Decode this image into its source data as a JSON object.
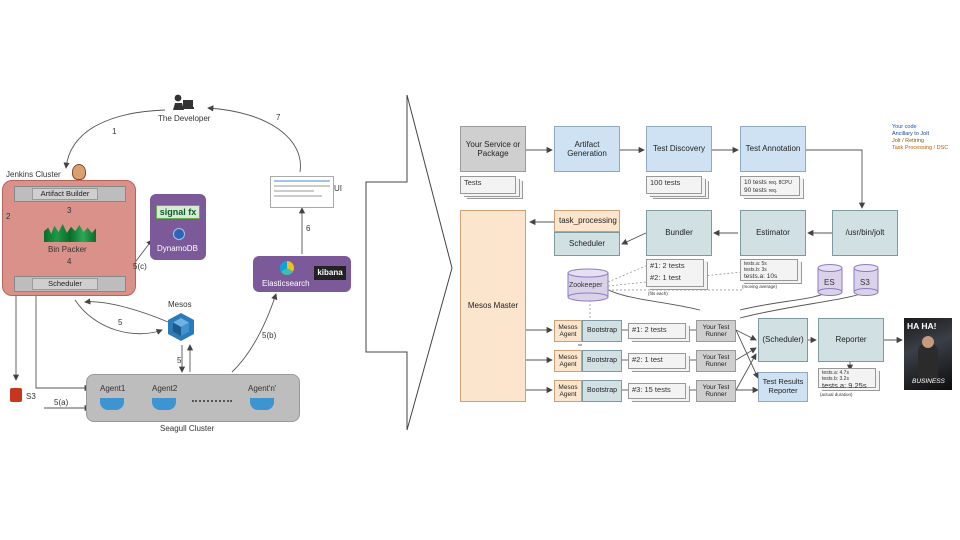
{
  "left": {
    "developer": "The Developer",
    "jenkins_cluster": "Jenkins Cluster",
    "artifact_builder": "Artifact Builder",
    "bin_packer": "Bin Packer",
    "scheduler": "Scheduler",
    "signalfx": "signal fx",
    "dynamodb": "DynamoDB",
    "mesos": "Mesos",
    "elasticsearch": "Elasticsearch",
    "kibana": "kibana",
    "ui": "UI",
    "s3": "S3",
    "seagull_cluster": "Seagull Cluster",
    "agents": [
      "Agent1",
      "Agent2",
      "Agent'n'"
    ],
    "edge_labels": {
      "e1": "1",
      "e2": "2",
      "e3": "3",
      "e4": "4",
      "e5": "5",
      "e5_mesos": "5",
      "e5a": "5(a)",
      "e5b": "5(b)",
      "e5c": "5(c)",
      "e6": "6",
      "e7": "7"
    }
  },
  "right": {
    "legend": [
      "Your code",
      "Ancillary to Jolt",
      "Jolt / Retiring",
      "Task Processing / DSC"
    ],
    "legend_colors": [
      "#1155cc",
      "#1c4587",
      "#7f6000",
      "#b45f06"
    ],
    "your_service": "Your Service or Package",
    "tests": "Tests",
    "artifact_generation": "Artifact Generation",
    "test_discovery": "Test Discovery",
    "hundred_tests": "100 tests",
    "test_annotation": "Test Annotation",
    "annotation_stack": [
      "10 tests",
      "req. 8CPU",
      "90 tests",
      "req."
    ],
    "task_processing": "task_processing",
    "scheduler": "Scheduler",
    "bundler": "Bundler",
    "estimator": "Estimator",
    "jolt": "/usr/bin/jolt",
    "bundles": [
      "#1: 2 tests",
      "#2: 1 test"
    ],
    "bundles_note": "(fits each)",
    "estimates": [
      "tests.a: 5s",
      "tests.b: 3s",
      "tests.a: 10s"
    ],
    "estimates_note": "(moving average)",
    "zookeeper": "Zookeeper",
    "es": "ES",
    "s3": "S3",
    "mesos_master": "Mesos Master",
    "agent_rows": [
      {
        "agent": "Mesos Agent",
        "bootstrap": "Bootstrap",
        "bundle": "#1: 2 tests",
        "runner": "Your Test Runner"
      },
      {
        "agent": "Mesos Agent",
        "bootstrap": "Bootstrap",
        "bundle": "#2: 1 test",
        "runner": "Your Test Runner"
      },
      {
        "agent": "Mesos Agent",
        "bootstrap": "Bootstrap",
        "bundle": "#3: 15 tests",
        "runner": "Your Test Runner"
      }
    ],
    "scheduler_paren": "(Scheduler)",
    "reporter": "Reporter",
    "test_results_reporter": "Test Results Reporter",
    "results": [
      "tests.a: 4.7s",
      "tests.b: 3.2s",
      "tests.a: 9.25s"
    ],
    "results_note": "(actual duration)",
    "meme_top": "HA HA!",
    "meme_bottom": "BUSINESS"
  }
}
